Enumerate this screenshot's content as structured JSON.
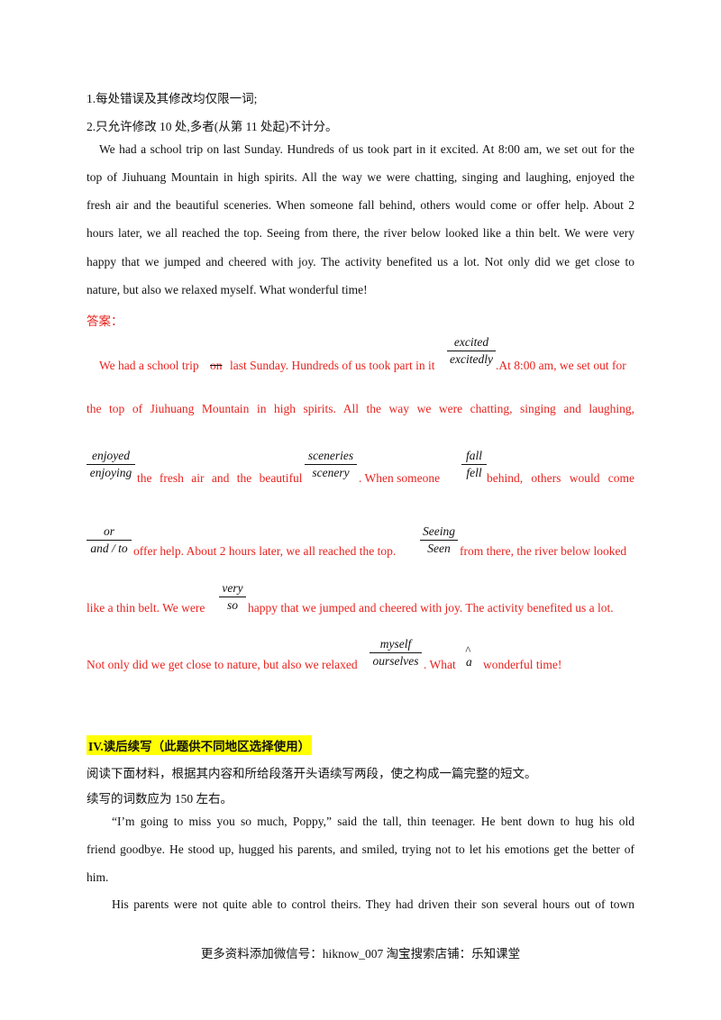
{
  "rules": {
    "rule1": "1.每处错误及其修改均仅限一词;",
    "rule2": "2.只允许修改 10 处,多者(从第 11 处起)不计分。"
  },
  "passage": {
    "line1": "We had a school trip on last Sunday. Hundreds of us took part in it excited. At 8:00 am, we set out for the",
    "line2": "top of Jiuhuang Mountain in high spirits. All the way we were chatting, singing and laughing, enjoyed the",
    "line3": "fresh air and the beautiful sceneries. When someone fall behind, others would come or offer help. About 2",
    "line4": "hours later, we all reached the top. Seeing from there, the river below looked like a thin belt. We were very",
    "line5": "happy that we jumped and cheered with joy. The activity benefited us a lot. Not only did we get close to",
    "line6": "nature, but also we relaxed myself. What wonderful time!"
  },
  "answer": {
    "label": "答案：",
    "l1a": "We had a school trip",
    "l1_deleted": "on",
    "l1b": "last Sunday. Hundreds of us took part in it",
    "c1_old": "excited",
    "c1_new": "excitedly",
    "l1c": ".At 8:00 am, we set out for",
    "l2": "the top of Jiuhuang Mountain in high spirits. All the way we were chatting, singing and laughing,",
    "c2_old": "enjoyed",
    "c2_new": "enjoying",
    "l3a": "the fresh air and the beautiful",
    "c3_old": "sceneries",
    "c3_new": "scenery",
    "l3b": ". When someone",
    "c4_old": "fall",
    "c4_new": "fell",
    "l3c": "behind, others would come",
    "c5_old": "or",
    "c5_new": "and / to",
    "l4a": "offer help. About 2 hours later, we all reached the top.",
    "c6_old": "Seeing",
    "c6_new": "Seen",
    "l4b": "from there, the river below looked",
    "l5a": "like a thin belt. We were",
    "c7_old": "very",
    "c7_new": "so",
    "l5b": "happy that we jumped and cheered with joy. The activity benefited us a lot.",
    "l6a": "Not only did we get close to nature, but also we relaxed",
    "c8_old": "myself",
    "c8_new": "ourselves",
    "l6b": ". What",
    "c9_caret": "^",
    "c9_word": "a",
    "l6c": "wonderful time!"
  },
  "section4": {
    "heading": "IV.读后续写（此题供不同地区选择使用）",
    "instr1": "阅读下面材料，根据其内容和所给段落开头语续写两段，使之构成一篇完整的短文。",
    "instr2": "续写的词数应为 150 左右。",
    "p1_line1": "“I’m going to miss you so much, Poppy,” said the tall, thin teenager. He bent down to hug his old",
    "p1_line2": "friend goodbye. He stood up, hugged his parents, and smiled, trying not to let his emotions get the better of",
    "p1_line3": "him.",
    "p2_line1": "His parents were not quite able to control theirs. They had driven their son several hours out of town"
  },
  "footer": {
    "text": "更多资料添加微信号：hiknow_007   淘宝搜索店铺：乐知课堂"
  }
}
